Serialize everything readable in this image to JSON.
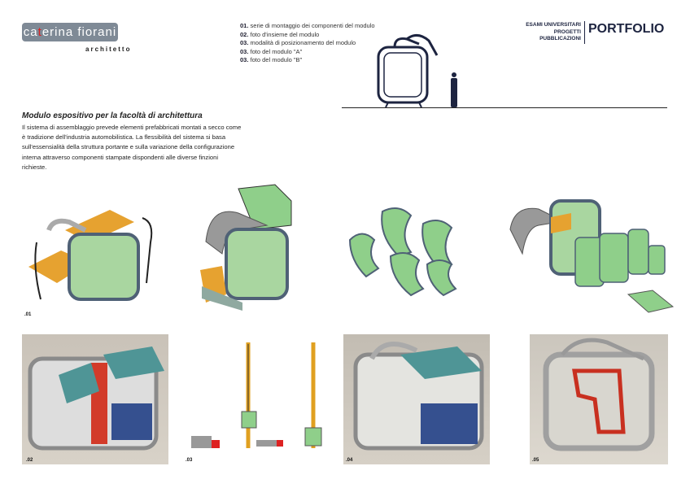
{
  "logo": {
    "pre": "ca",
    "mid": "t",
    "post": "erina fiorani",
    "subtitle": "architetto"
  },
  "nav": [
    {
      "num": "01.",
      "label": "serie di montaggio dei componenti del modulo"
    },
    {
      "num": "02.",
      "label": "foto d'insieme del modulo"
    },
    {
      "num": "03.",
      "label": "modalità di posizionamento del modulo"
    },
    {
      "num": "03.",
      "label": "foto del modulo \"A\""
    },
    {
      "num": "03.",
      "label": "foto del modulo \"B\""
    }
  ],
  "header": {
    "links": [
      "ESAMI UNIVERSITARI",
      "PROGETTI",
      "PUBBLICAZIONI"
    ],
    "title": "PORTFOLIO"
  },
  "project": {
    "title": "Modulo espositivo per la facoltà di architettura",
    "description": "Il sistema di assemblaggio prevede elementi prefabbricati  montati a secco come è tradizione dell'industria automobilistica. La flessibilità del sistema si basa sull'essensialità della struttura portante e sulla variazione della configurazione interna attraverso componenti stampate dispondenti alle diverse finzioni richieste."
  },
  "labels": [
    ".01",
    ".02",
    ".03",
    ".04",
    ".05"
  ],
  "colors": {
    "navy": "#1d2440",
    "green": "#8fcf8a",
    "orange": "#e6a230",
    "frame": "#4f6176",
    "red": "#d22"
  }
}
